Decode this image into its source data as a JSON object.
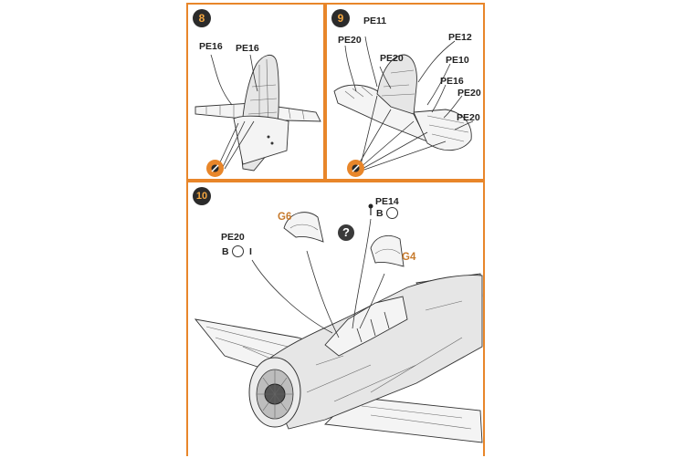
{
  "steps": [
    {
      "number": "8",
      "callouts": [
        "PE16",
        "PE16"
      ]
    },
    {
      "number": "9",
      "callouts": [
        "PE11",
        "PE20",
        "PE20",
        "PE12",
        "PE10",
        "PE16",
        "PE20",
        "PE20"
      ]
    },
    {
      "number": "10",
      "callouts": [
        "PE20",
        "PE14"
      ],
      "glue_marks": [
        "B",
        "B"
      ],
      "parts": [
        "G6",
        "G4"
      ],
      "question_mark": "?",
      "extra_mark": "I"
    }
  ],
  "colors": {
    "border": "#e8862a",
    "badge_bg": "#2b2b2b",
    "badge_text": "#f3a640",
    "part_label": "#c77a2c"
  },
  "icons": [
    "drill-hole-icon",
    "glue-icon",
    "question-icon",
    "pin-icon"
  ]
}
